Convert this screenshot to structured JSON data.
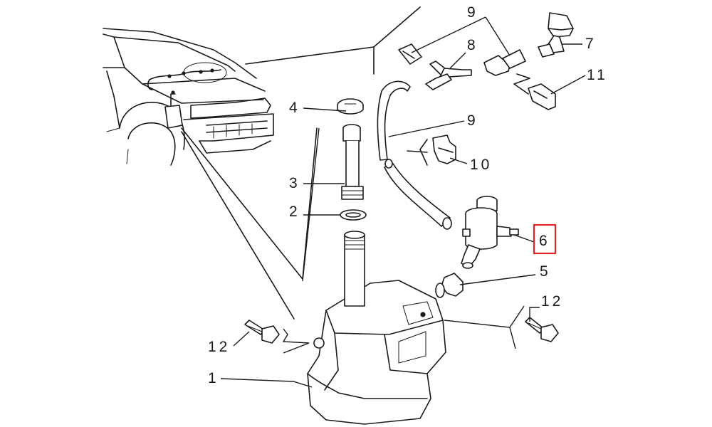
{
  "diagram": {
    "highlight_color": "#d9262c",
    "line_color": "#1a1a1a",
    "highlighted_callout": "6"
  },
  "callouts": {
    "c1": "1",
    "c2": "2",
    "c3": "3",
    "c4": "4",
    "c5": "5",
    "c6": "6",
    "c7": "7",
    "c8": "8",
    "c9a": "9",
    "c9b": "9",
    "c10": "10",
    "c11": "11",
    "c12a": "12",
    "c12b": "12"
  }
}
